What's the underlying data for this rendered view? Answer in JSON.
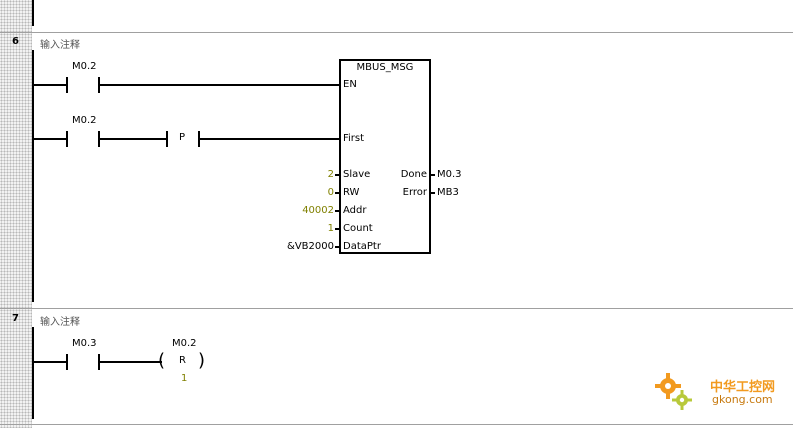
{
  "networks": [
    {
      "number": "6",
      "comment": "输入注释",
      "contacts": [
        "M0.2",
        "M0.2"
      ],
      "p_contact": "P",
      "block": {
        "title": "MBUS_MSG",
        "inputs": [
          "EN",
          "First",
          "Slave",
          "RW",
          "Addr",
          "Count",
          "DataPtr"
        ],
        "outputs": [
          "Done",
          "Error"
        ],
        "input_values": [
          "2",
          "0",
          "40002",
          "1",
          "&VB2000"
        ],
        "output_values": [
          "M0.3",
          "MB3"
        ]
      }
    },
    {
      "number": "7",
      "comment": "输入注释",
      "contact": "M0.3",
      "coil": {
        "operand": "M0.2",
        "type": "R",
        "count": "1"
      }
    }
  ],
  "watermark": {
    "brand": "中华工控网",
    "url": "gkong.com"
  },
  "colors": {
    "gutter": "#f2f2f2",
    "olive": "#808000",
    "watermark_orange": "#f29a1f"
  }
}
